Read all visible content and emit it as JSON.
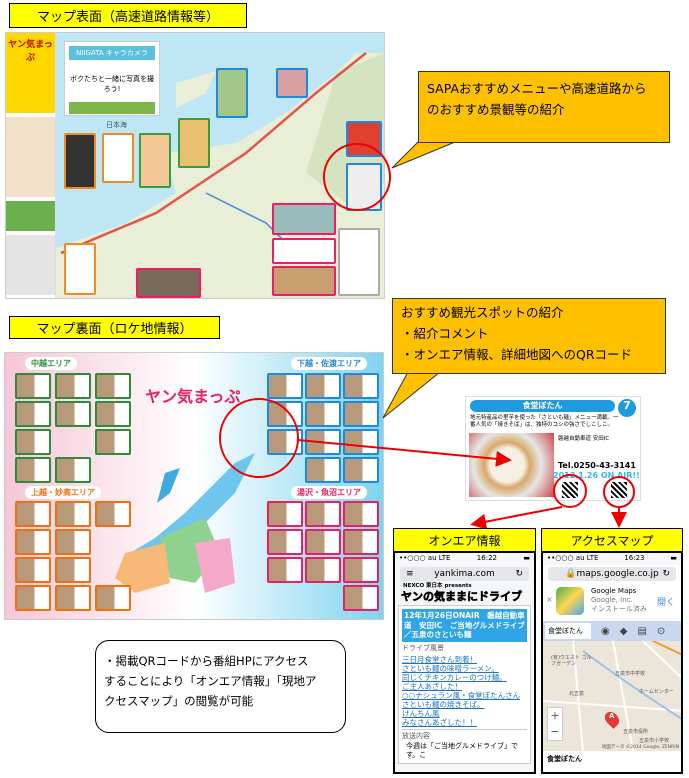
{
  "section1": {
    "title": "マップ表面（高速道路情報等）",
    "callout": [
      "SAPAおすすめメニューや高速道路から",
      "のおすすめ景観等の紹介"
    ],
    "map": {
      "camera_title": "NIIGATA キャラカメラ",
      "camera_text": "ボクたちと一緒に写真を撮ろう!",
      "sea_label": "日本海",
      "side_title": "ヤン気まっぷ"
    }
  },
  "section2": {
    "title": "マップ裏面（ロケ地情報）",
    "callout": [
      "おすすめ観光スポットの紹介",
      "・紹介コメント",
      "・オンエア情報、詳細地図へのQRコード"
    ],
    "map": {
      "title": "ヤン気まっぷ",
      "areas": [
        "中越エリア",
        "下越・佐渡エリア",
        "上越・妙高エリア",
        "湯沢・魚沼エリア"
      ]
    }
  },
  "spot_card": {
    "name": "食堂ぼたん",
    "number": "7",
    "description": "地元特産品の里芋を使った「さといも麺」メニュー満載。一番人気の「焼きそば」は、独特のコシの強さでしこしこ。",
    "access": "磐越自動車道 安田IC",
    "tel": "Tel.0250-43-3141",
    "onair": "2012.1.26 ON AIR!!"
  },
  "onair_panel": {
    "label": "オンエア情報",
    "time": "16:22",
    "carrier": "••○○○ au  LTE",
    "url": "yankima.com",
    "sponsor": "NEXCO 東日本 presents",
    "logo": "ヤンの気ままにドライブ",
    "headline": "12年1月26日ONAIR　磐越自動車道　安田IC　ご当地グルメドライブ／五泉のさといも麺",
    "section": "ドライブ風景",
    "links": [
      "三日月食堂さん到着！",
      "さといも麺の味噌ラーメン。",
      "同じくチキンカレーのつけ麺。",
      "ご主人あざした！",
      "○○ナシュラン風・食堂ぼたんさん",
      "さといも麺の焼きそば。",
      "けんちん風",
      "みなさんあざした！！"
    ],
    "section2": "放送内容",
    "body": "今週は「ご当地グルメドライブ」です。こ"
  },
  "access_panel": {
    "label": "アクセスマップ",
    "time": "16:23",
    "carrier": "••○○○ au  LTE",
    "url": "maps.google.co.jp",
    "app_name": "Google Maps",
    "app_vendor": "Google, Inc.",
    "app_status": "インストール済み",
    "open": "開く",
    "search": "食堂ぼたん",
    "map_labels": [
      "(有)ウエスト ゴルフガーデン",
      "五泉市中学校",
      "ホームセンター",
      "五泉市役所",
      "五泉市小学校",
      "北五泉"
    ],
    "marker": "A",
    "copyright": "地図データ ©2014 Google, ZENRIN",
    "place": "食堂ぼたん"
  },
  "note": [
    "・掲載QRコードから番組HPにアクセス",
    "することにより「オンエア情報」「現地ア",
    "クセスマップ」の閲覧が可能"
  ],
  "colors": {
    "label_yellow": "#ffff00",
    "callout_orange": "#ffc000",
    "highlight_red": "#e00000",
    "sea_blue": "#bfe6f5"
  }
}
